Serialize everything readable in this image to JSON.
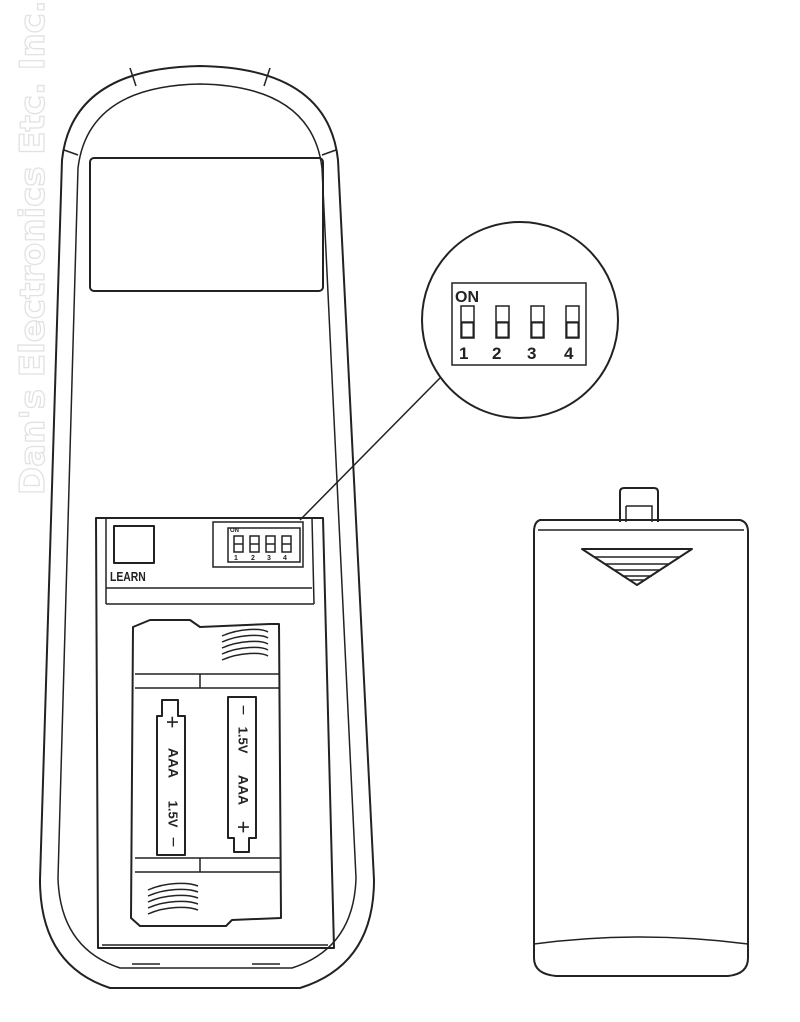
{
  "watermark": "Dan's Electronics Etc. Inc.",
  "learn_button": {
    "label": "LEARN"
  },
  "dip_switch": {
    "on_label": "ON",
    "switches": [
      {
        "number": "1",
        "position": "off"
      },
      {
        "number": "2",
        "position": "off"
      },
      {
        "number": "3",
        "position": "off"
      },
      {
        "number": "4",
        "position": "off"
      }
    ]
  },
  "batteries": [
    {
      "voltage": "1.5V",
      "type": "AAA",
      "minus": "−",
      "plus": "+"
    },
    {
      "voltage": "1.5V",
      "type": "AAA",
      "minus": "−",
      "plus": "+"
    }
  ]
}
